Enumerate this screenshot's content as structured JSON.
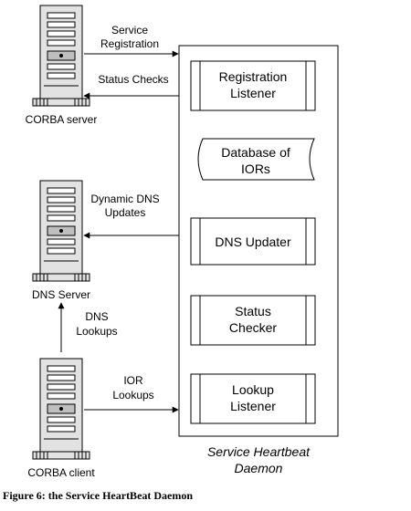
{
  "servers": {
    "corba_server": {
      "label": "CORBA server"
    },
    "dns_server": {
      "label": "DNS Server"
    },
    "corba_client": {
      "label": "CORBA client"
    }
  },
  "arrows": {
    "service_registration": {
      "line1": "Service",
      "line2": "Registration"
    },
    "status_checks": {
      "line1": "Status Checks"
    },
    "dynamic_dns_updates": {
      "line1": "Dynamic DNS",
      "line2": "Updates"
    },
    "dns_lookups": {
      "line1": "DNS",
      "line2": "Lookups"
    },
    "ior_lookups": {
      "line1": "IOR",
      "line2": "Lookups"
    }
  },
  "daemon": {
    "title_line1": "Service Heartbeat",
    "title_line2": "Daemon",
    "modules": {
      "registration_listener": {
        "line1": "Registration",
        "line2": "Listener"
      },
      "database": {
        "line1": "Database of",
        "line2": "IORs"
      },
      "dns_updater": {
        "line1": "DNS Updater"
      },
      "status_checker": {
        "line1": "Status",
        "line2": "Checker"
      },
      "lookup_listener": {
        "line1": "Lookup",
        "line2": "Listener"
      }
    }
  },
  "caption": "Figure 6: the Service HeartBeat Daemon"
}
